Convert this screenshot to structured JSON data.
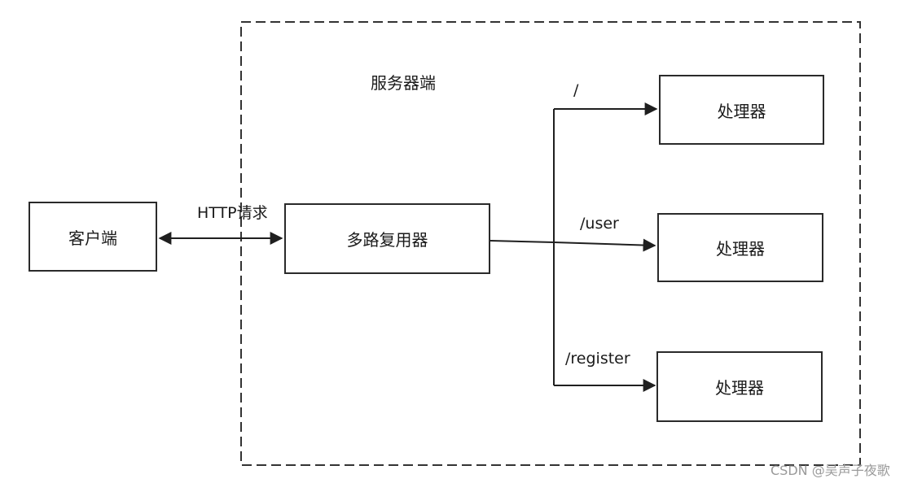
{
  "server": {
    "title": "服务器端"
  },
  "client": {
    "label": "客户端"
  },
  "connection": {
    "label": "HTTP请求"
  },
  "multiplexer": {
    "label": "多路复用器"
  },
  "routes": [
    {
      "path": "/",
      "handler": "处理器"
    },
    {
      "path": "/user",
      "handler": "处理器"
    },
    {
      "path": "/register",
      "handler": "处理器"
    }
  ],
  "watermark": "CSDN @吴声子夜歌"
}
